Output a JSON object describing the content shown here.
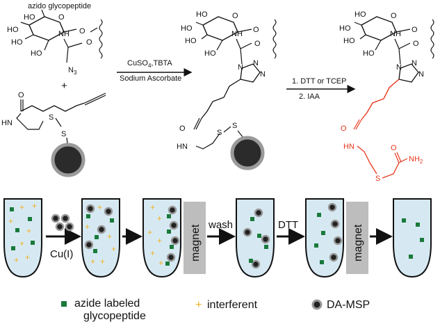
{
  "scheme": {
    "top_label": "azido glycopeptide",
    "atoms": {
      "ho": "HO",
      "nh": "NH",
      "hn": "HN",
      "o": "O",
      "n3": "N",
      "n3_sub": "3",
      "n": "N",
      "s": "S",
      "nh2": "NH",
      "nh2_sub": "2",
      "plus": "+"
    },
    "step1": {
      "reagent_line1": "CuSO",
      "reagent_line1_sub": "4",
      "reagent_line1_rest": ",TBTA",
      "reagent_line2": "Sodium Ascorbate"
    },
    "step2": {
      "line1": "1. DTT or TCEP",
      "line2": "2. IAA"
    }
  },
  "workflow": {
    "cu_label": "Cu(I)",
    "magnet_label": "magnet",
    "wash_label": "wash",
    "dtt_label": "DTT"
  },
  "legend": {
    "azide_line1": "azide labeled",
    "azide_line2": "glycopeptide",
    "interferent": "interferent",
    "msp": "DA-MSP"
  },
  "colors": {
    "tube_fill": "#d6e9f3",
    "glycopeptide": "#1a7a3a",
    "interferent": "#f2b01e",
    "magnet": "#bdbdbd",
    "product_highlight": "#e8361b"
  }
}
